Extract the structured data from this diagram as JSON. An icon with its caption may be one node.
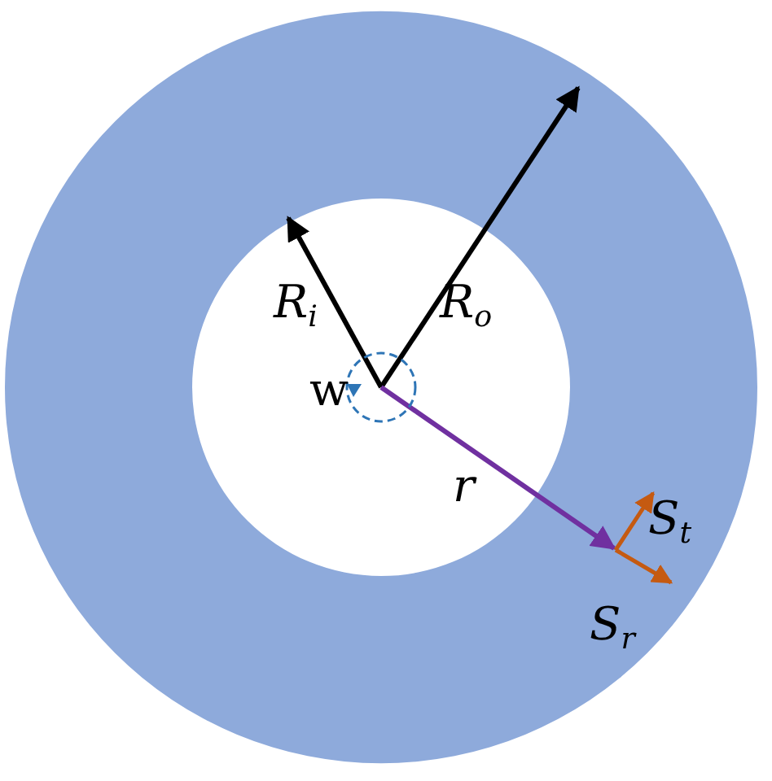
{
  "diagram": {
    "labels": [
      "R$_{i}$",
      "R$_{o}$",
      "w",
      "r",
      "S$_{t}$",
      "S$_{r}$"
    ]
  }
}
